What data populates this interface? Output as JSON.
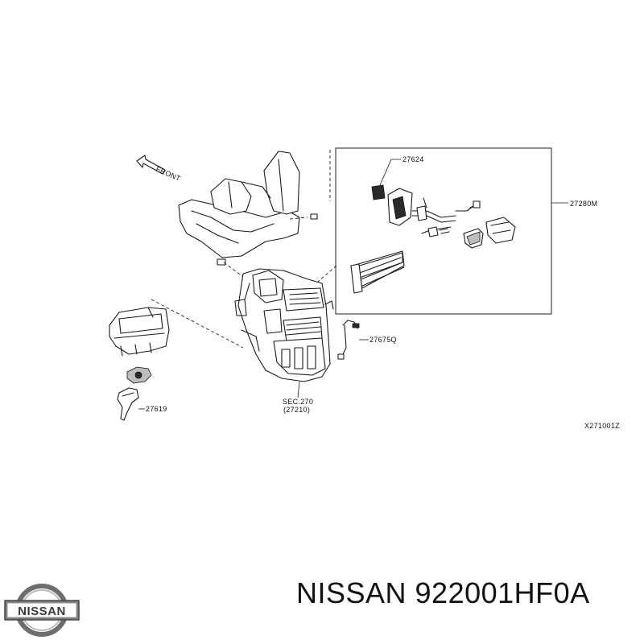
{
  "diagram": {
    "front_label": "FRONT",
    "parts": {
      "p27624": "27624",
      "p27280m": "27280M",
      "p27675q": "27675Q",
      "p27619": "27619",
      "sec_line1": "SEC.270",
      "sec_line2": "(27210)"
    },
    "figure_code": "X271001Z"
  },
  "footer": {
    "logo_text": "NISSAN",
    "title": "NISSAN 922001HF0A"
  }
}
